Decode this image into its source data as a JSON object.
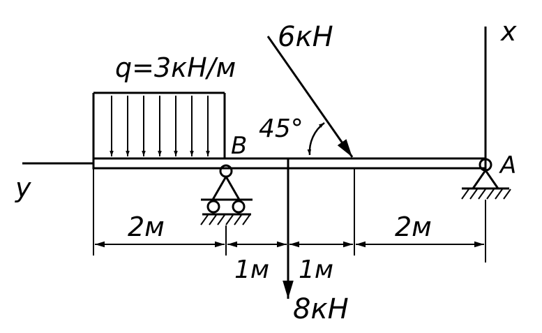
{
  "labels": {
    "load_q": "q=3кН/м",
    "force_incline": "6кН",
    "force_vertical": "8кН",
    "angle": "45°",
    "support_b": "B",
    "support_a": "A",
    "axis_x": "x",
    "axis_y": "y",
    "dim_left": "2м",
    "dim_mid1": "1м",
    "dim_mid2": "1м",
    "dim_right": "2м"
  },
  "colors": {
    "ink": "#000000",
    "background": "#ffffff"
  }
}
